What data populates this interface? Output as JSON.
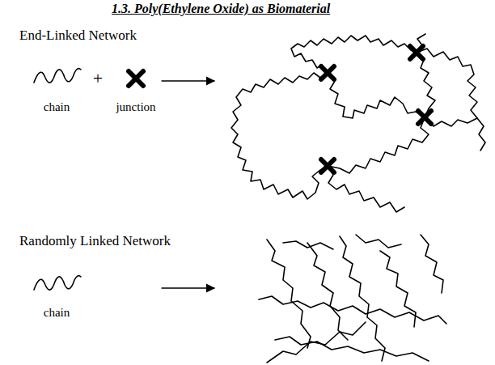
{
  "diagram": {
    "title": "1.3. Poly(Ethylene Oxide) as Biomaterial",
    "labels": [
      "End-Linked Network",
      "chain",
      "+",
      "junction",
      "Randomly Linked Network",
      "chain"
    ]
  }
}
